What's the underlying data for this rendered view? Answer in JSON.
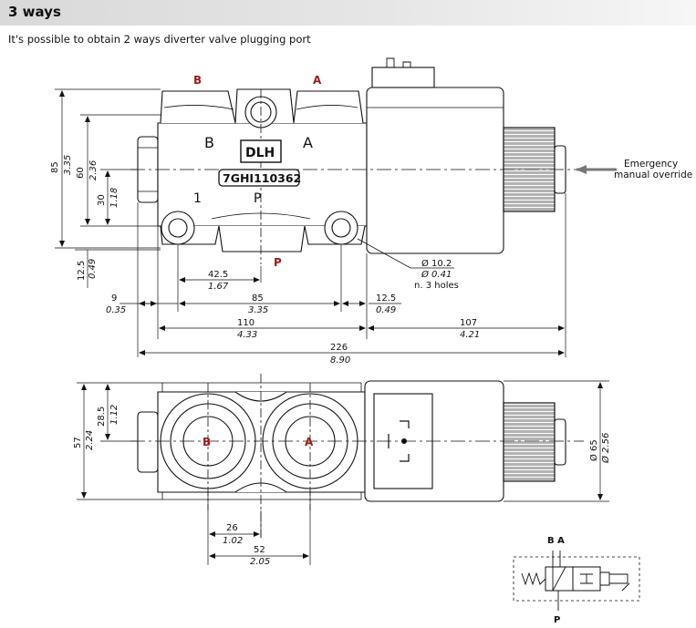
{
  "header": {
    "title": "3 ways",
    "subtitle": "It's possible to obtain 2 ways diverter valve plugging port"
  },
  "side_view": {
    "port_b_label": "B",
    "port_a_label": "A",
    "port_p_label": "P",
    "body_b": "B",
    "body_a": "A",
    "body_1": "1",
    "body_p": "P",
    "logo": "DLH",
    "model": "7GHI110362",
    "emergency_line1": "Emergency",
    "emergency_line2": "manual override",
    "holes_line1": "Ø 10.2",
    "holes_line2": "Ø 0.41",
    "holes_line3": "n. 3 holes",
    "dims": {
      "h85_mm": "85",
      "h85_in": "3.35",
      "h60_mm": "60",
      "h60_in": "2.36",
      "h30_mm": "30",
      "h30_in": "1.18",
      "h12_mm": "12.5",
      "h12_in": "0.49",
      "w42_mm": "42.5",
      "w42_in": "1.67",
      "w9_mm": "9",
      "w9_in": "0.35",
      "w85_mm": "85",
      "w85_in": "3.35",
      "w12_mm": "12.5",
      "w12_in": "0.49",
      "w110_mm": "110",
      "w110_in": "4.33",
      "w107_mm": "107",
      "w107_in": "4.21",
      "w226_mm": "226",
      "w226_in": "8.90"
    }
  },
  "top_view": {
    "port_b": "B",
    "port_a": "A",
    "dims": {
      "h57_mm": "57",
      "h57_in": "2.24",
      "h28_mm": "28.5",
      "h28_in": "1.12",
      "w26_mm": "26",
      "w26_in": "1.02",
      "w52_mm": "52",
      "w52_in": "2.05",
      "d65_mm": "Ø 65",
      "d65_in": "Ø 2.56"
    }
  },
  "symbol": {
    "top_label": "B A",
    "bottom_label": "P"
  },
  "colors": {
    "port_red": "#9b1c1c",
    "line": "#111111"
  }
}
